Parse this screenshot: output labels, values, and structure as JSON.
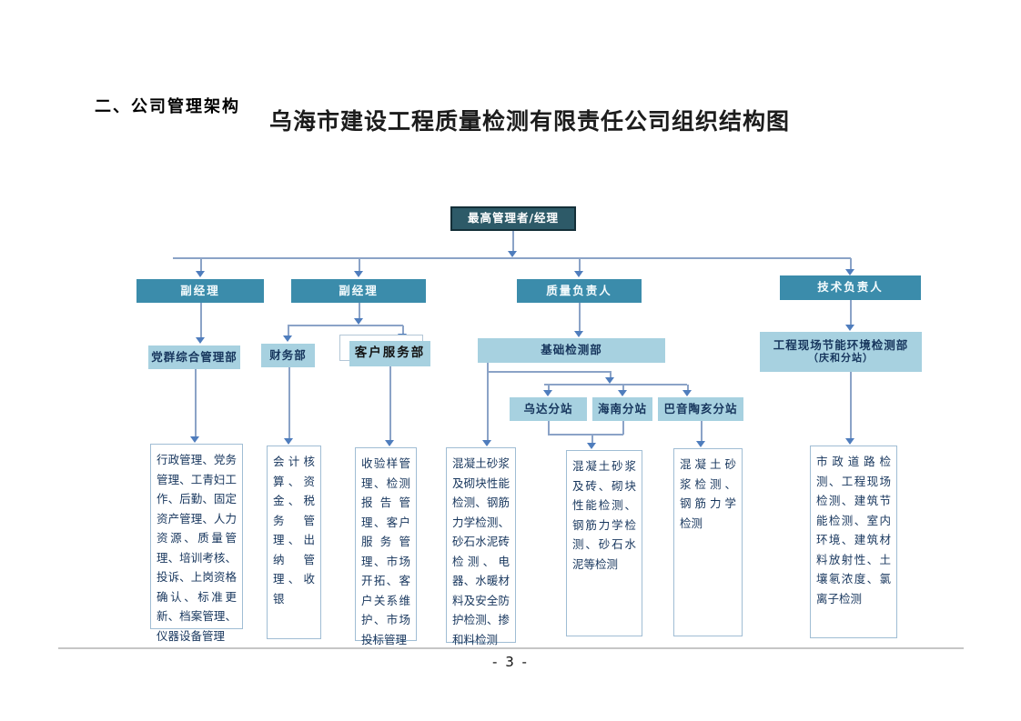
{
  "document": {
    "section_heading": "二、公司管理架构",
    "chart_title": "乌海市建设工程质量检测有限责任公司组织结构图",
    "page_number": "- 3 -"
  },
  "org_chart": {
    "top_manager": "最高管理者/经理",
    "deputy_manager_1": "副经理",
    "deputy_manager_2": "副经理",
    "quality_leader": "质量负责人",
    "technical_leader": "技术负责人",
    "party_admin_dept": "党群综合管理部",
    "finance_dept": "财务部",
    "customer_service_dept": "客户服务部",
    "basic_testing_dept": "基础检测部",
    "site_energy_dept_line1": "工程现场节能环境检测部",
    "site_energy_dept_line2": "（庆和分站）",
    "wuda_branch": "乌达分站",
    "hainan_branch": "海南分站",
    "bayintaohai_branch": "巴音陶亥分站",
    "duties": {
      "party_admin": "行政管理、党务管理、工青妇工作、后勤、固定资产管理、人力资源、质量管理、培训考核、投诉、上岗资格确认、标准更新、档案管理、仪器设备管理",
      "finance": "会计核算、资金、税务管理、出纳管理、收银",
      "customer_service": "收验样管理、检测报告管理、客户服务管理、市场开拓、客户关系维护、市场投标管理",
      "basic_testing": "混凝土砂浆及砌块性能检测、钢筋力学检测、砂石水泥砖检测、电器、水暖材料及安全防护检测、掺和料检测",
      "wuda_hainan": "混凝土砂浆及砖、砌块性能检测、钢筋力学检测、砂石水泥等检测",
      "bayintaohai": "混凝土砂浆检测、钢筋力学检测",
      "site_energy": "市政道路检测、工程现场检测、建筑节能检测、室内环境、建筑材料放射性、土壤氡浓度、氯离子检测"
    },
    "colors": {
      "top_box_bg": "#2d5a68",
      "top_box_border": "#142f38",
      "level2_bg": "#3b8cab",
      "level3_bg": "#a7d1e0",
      "dark_text": "#17365d",
      "connector": "#8ba3c7",
      "arrow": "#4f7dbd",
      "detail_border": "#a0bdd4"
    }
  }
}
